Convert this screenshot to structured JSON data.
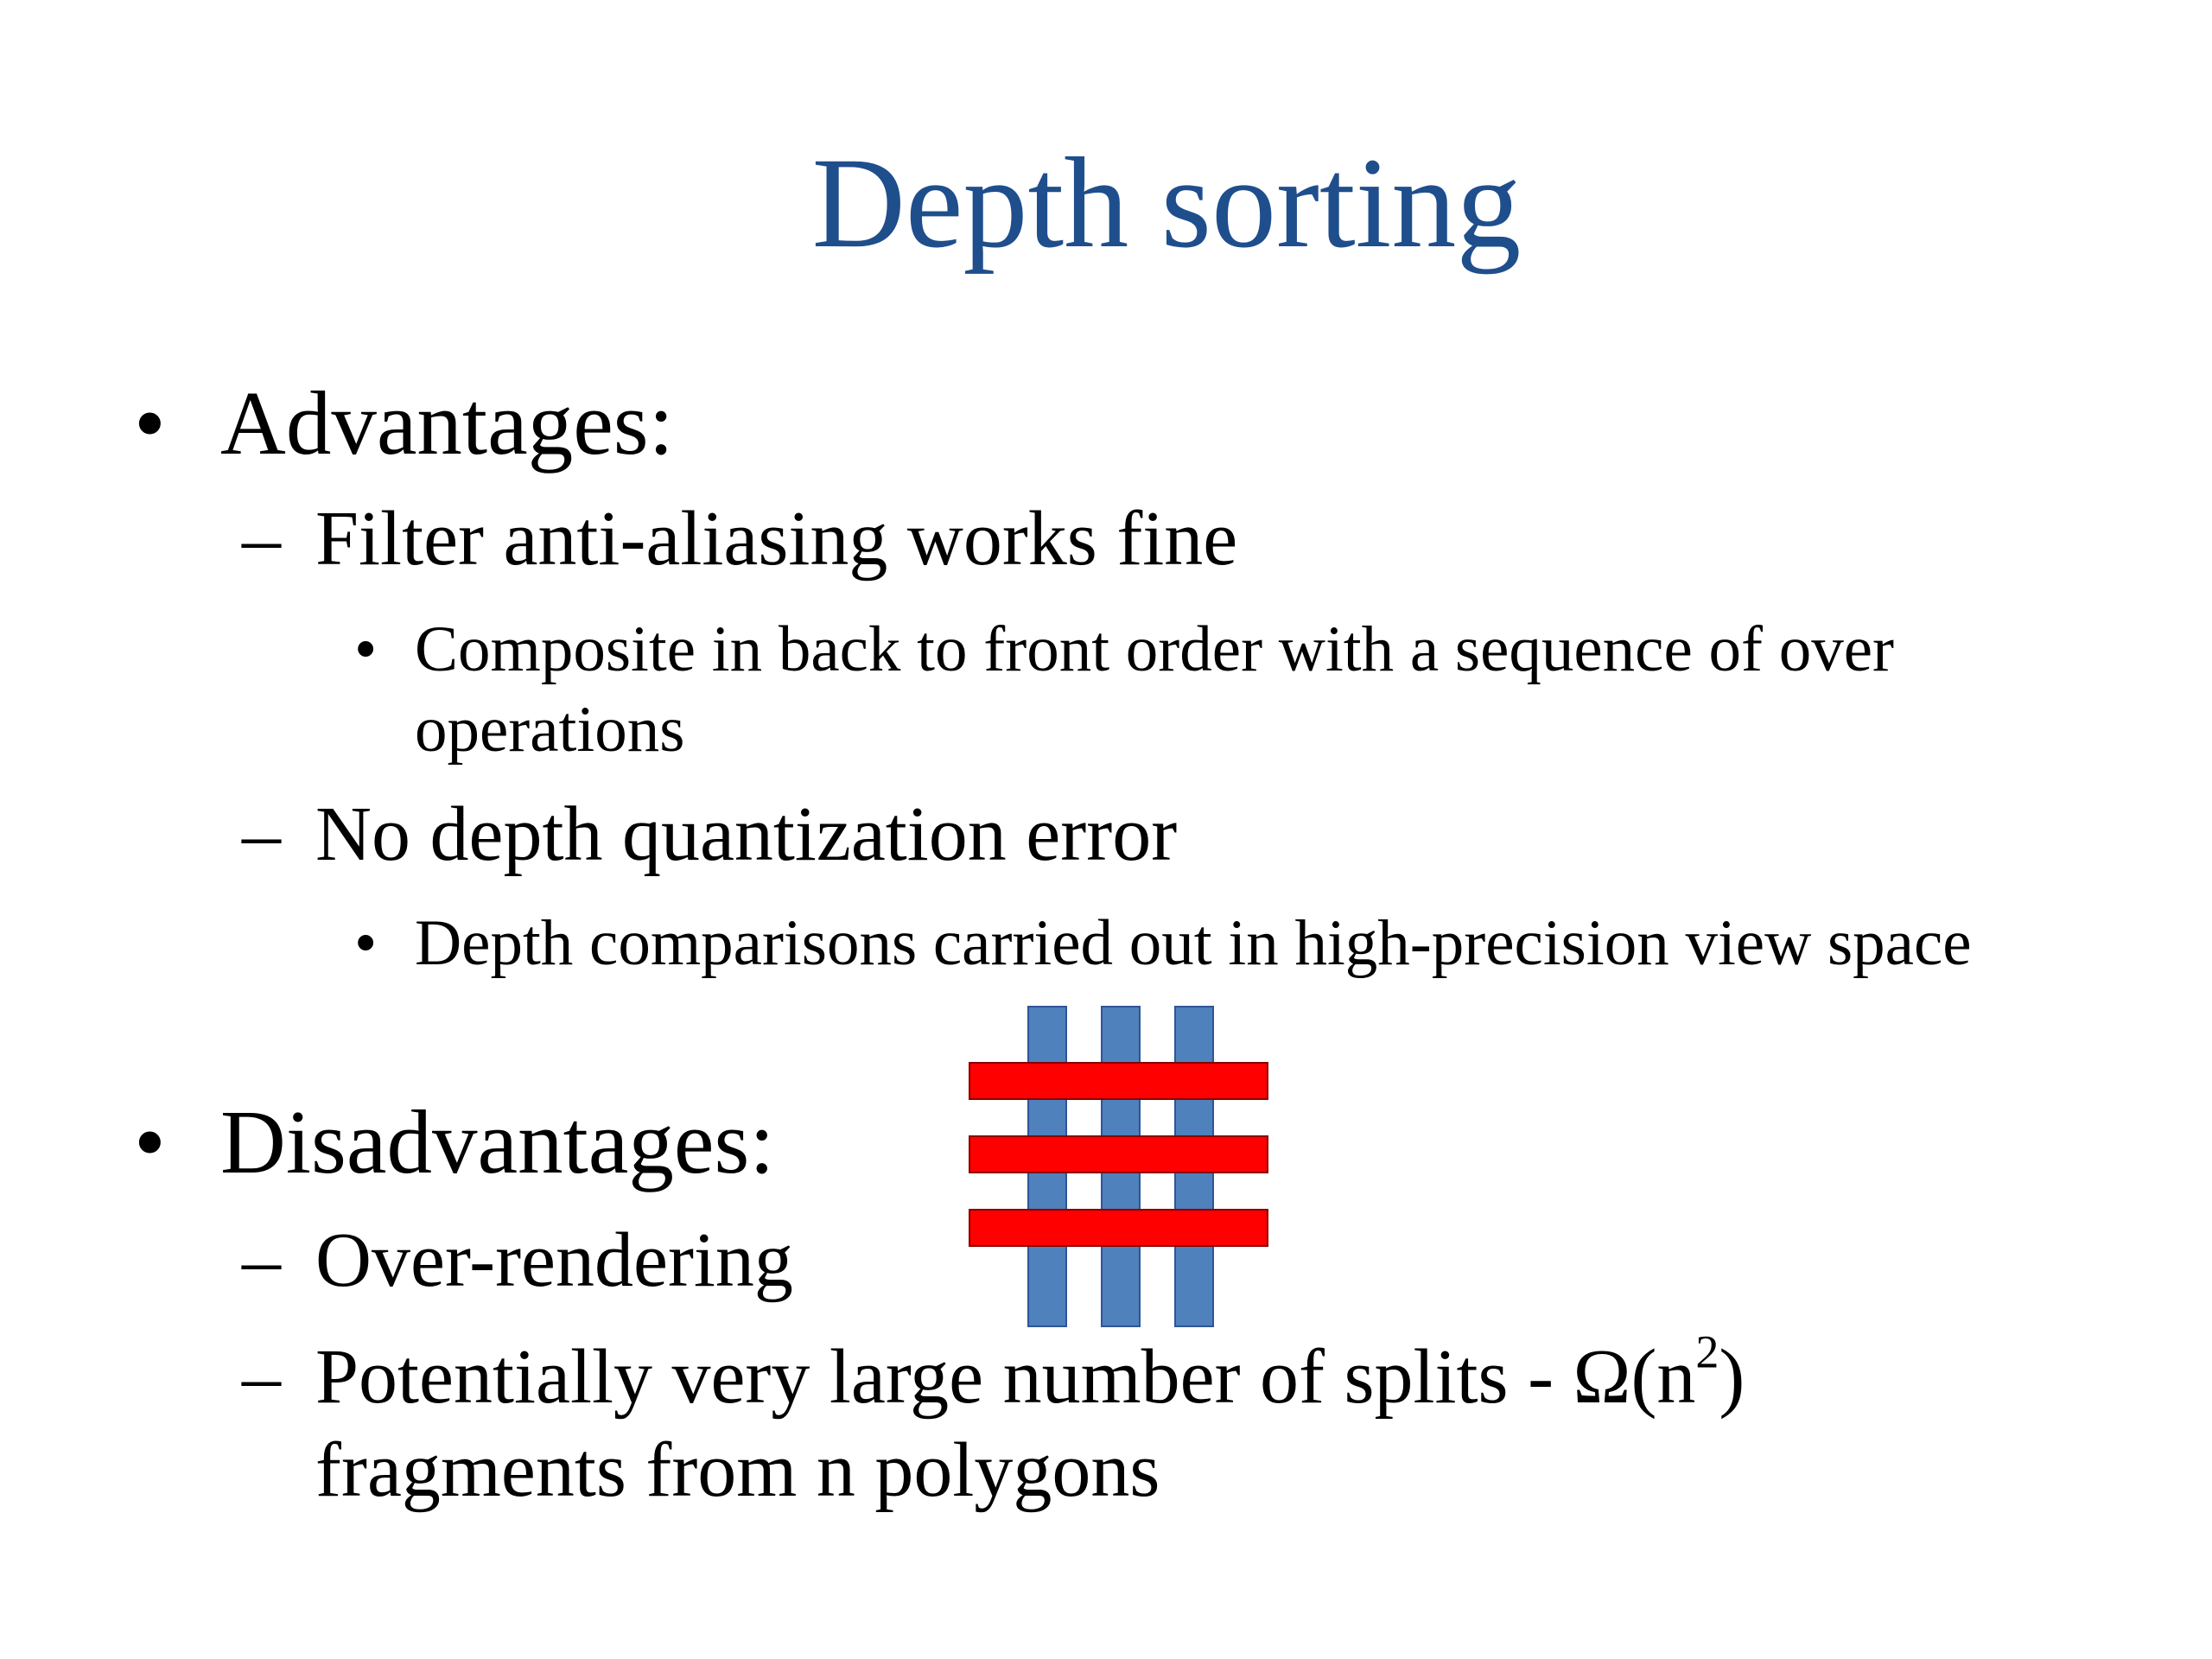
{
  "slide": {
    "title": "Depth sorting",
    "advantages": {
      "bullet": "•",
      "heading": "Advantages:",
      "items": [
        {
          "dash": "–",
          "text": "Filter anti-aliasing works fine",
          "sub": {
            "bullet": "•",
            "text": "Composite in back to front order with a sequence of over operations"
          }
        },
        {
          "dash": "–",
          "text": "No depth quantization error",
          "sub": {
            "bullet": "•",
            "text": "Depth comparisons carried out in high-precision view space"
          }
        }
      ]
    },
    "disadvantages": {
      "bullet": "•",
      "heading": "Disadvantages:",
      "items": [
        {
          "dash": "–",
          "text": "Over-rendering"
        },
        {
          "dash": "–",
          "text_before": "Potentially very large number of splits - Ω(n",
          "superscript": "2",
          "text_after": ")",
          "line2": "fragments from n polygons"
        }
      ]
    },
    "figure": {
      "vertical_bar_color": "#4f81bd",
      "horizontal_bar_color": "#ff0000"
    }
  }
}
